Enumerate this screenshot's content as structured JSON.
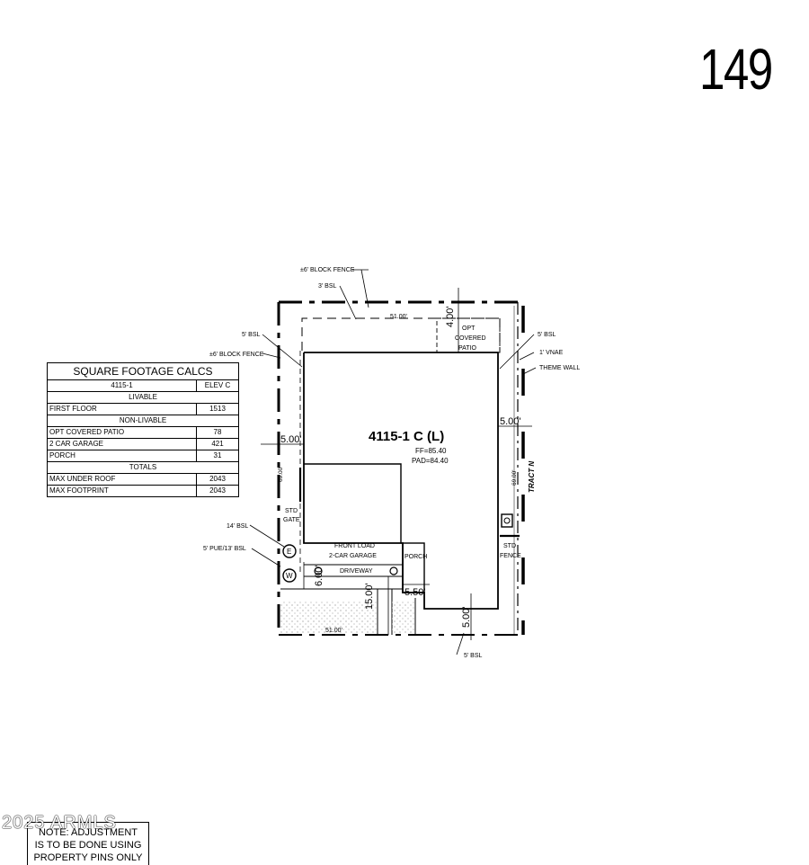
{
  "lot_number": "149",
  "calcs": {
    "title": "SQUARE FOOTAGE CALCS",
    "plan": "4115-1",
    "elev": "ELEV C",
    "livable_header": "LIVABLE",
    "first_floor_label": "FIRST FLOOR",
    "first_floor": "1513",
    "nonlivable_header": "NON-LIVABLE",
    "patio_label": "OPT COVERED PATIO",
    "patio": "78",
    "garage_label": "2 CAR GARAGE",
    "garage": "421",
    "porch_label": "PORCH",
    "porch": "31",
    "totals_header": "TOTALS",
    "under_roof_label": "MAX UNDER ROOF",
    "under_roof": "2043",
    "footprint_label": "MAX FOOTPRINT",
    "footprint": "2043"
  },
  "plan": {
    "house_label": "4115-1 C (L)",
    "ff": "FF=85.40",
    "pad": "PAD=84.40",
    "block_fence_top": "±6' BLOCK FENCE",
    "bsl_3": "3' BSL",
    "bsl_5_left": "5' BSL",
    "block_fence_left": "±6' BLOCK FENCE",
    "bsl_5_right": "5' BSL",
    "vnae": "1' VNAE",
    "theme_wall": "THEME WALL",
    "opt_patio_1": "OPT",
    "opt_patio_2": "COVERED",
    "opt_patio_3": "PATIO",
    "dim_top_width": "51.00'",
    "dim_bottom_width": "51.00'",
    "dim_4": "4.00'",
    "dim_5_left": "5.00'",
    "dim_5_right": "5.00'",
    "dim_depth_left": "69.00'",
    "dim_depth_right": "69.00'",
    "tract": "TRACT N",
    "std_gate_1": "STD",
    "std_gate_2": "GATE",
    "std_fence_1": "STD",
    "std_fence_2": "FENCE",
    "bsl_14": "14' BSL",
    "pue": "5' PUE/13' BSL",
    "garage_1": "FRONT LOAD",
    "garage_2": "2-CAR GARAGE",
    "driveway": "DRIVEWAY",
    "porch": "PORCH",
    "dim_6": "6.00'",
    "dim_15": "15.00'",
    "dim_550": "5.50'",
    "dim_5_bottom": "5.00'",
    "bsl_5_bottom": "5' BSL",
    "e_symbol": "E",
    "w_symbol": "W"
  },
  "note": {
    "line1": "NOTE: ADJUSTMENT",
    "line2": "IS TO BE DONE USING",
    "line3": "PROPERTY PINS ONLY"
  },
  "watermark": "2025 ARMLS"
}
